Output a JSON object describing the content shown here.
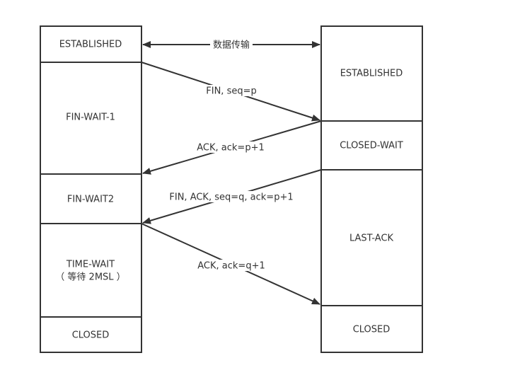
{
  "diagram": {
    "title": "TCP four-way handshake (connection termination)",
    "left_states": [
      {
        "id": "client-established",
        "label": "ESTABLISHED"
      },
      {
        "id": "fin-wait-1",
        "label": "FIN-WAIT-1"
      },
      {
        "id": "fin-wait-2",
        "label": "FIN-WAIT2"
      },
      {
        "id": "time-wait",
        "label": "TIME-WAIT",
        "sublabel": "（ 等待 2MSL ）"
      },
      {
        "id": "client-closed",
        "label": "CLOSED"
      }
    ],
    "right_states": [
      {
        "id": "server-established",
        "label": "ESTABLISHED"
      },
      {
        "id": "closed-wait",
        "label": "CLOSED-WAIT"
      },
      {
        "id": "last-ack",
        "label": "LAST-ACK"
      },
      {
        "id": "server-closed",
        "label": "CLOSED"
      }
    ],
    "messages": [
      {
        "id": "data-transfer",
        "label": "数据传输",
        "direction": "both"
      },
      {
        "id": "fin",
        "label": "FIN, seq=p",
        "direction": "left-to-right"
      },
      {
        "id": "ack1",
        "label": "ACK, ack=p+1",
        "direction": "right-to-left"
      },
      {
        "id": "fin-ack",
        "label": "FIN, ACK, seq=q, ack=p+1",
        "direction": "right-to-left"
      },
      {
        "id": "ack2",
        "label": "ACK, ack=q+1",
        "direction": "left-to-right"
      }
    ],
    "colors": {
      "stroke": "#333333",
      "text": "#333333",
      "background": "#ffffff"
    }
  }
}
